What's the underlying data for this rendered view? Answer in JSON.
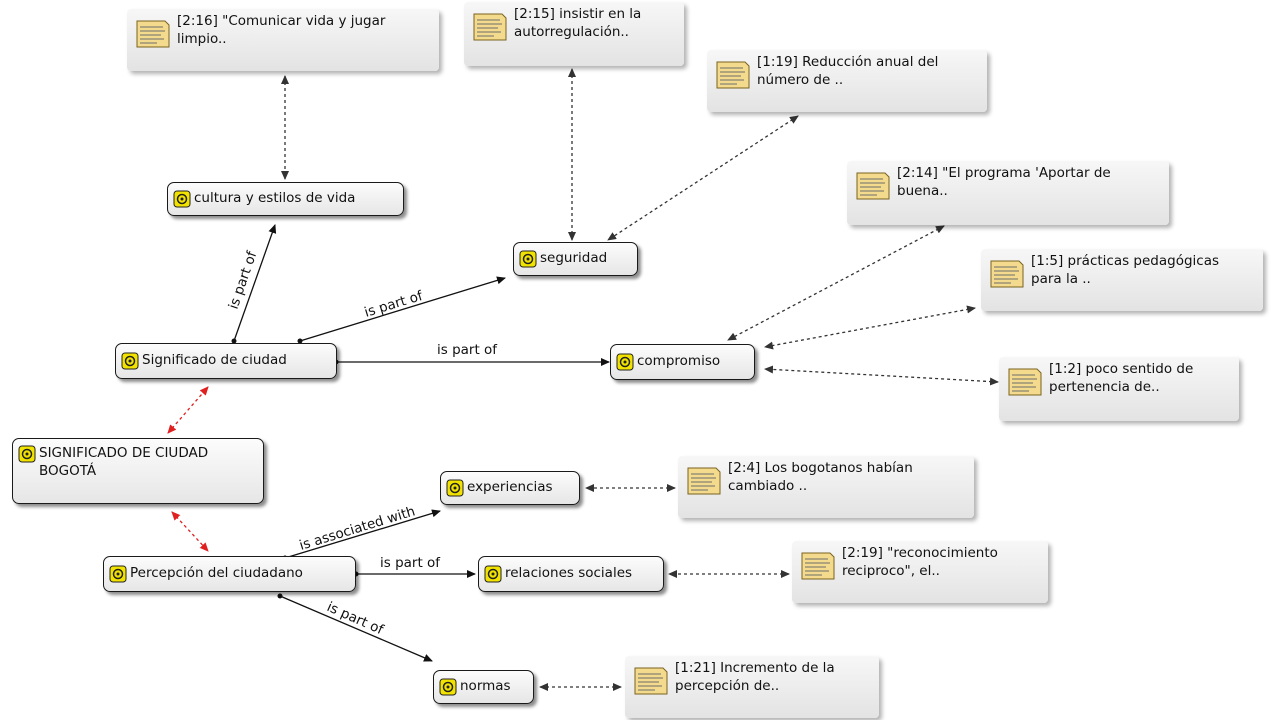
{
  "nodes": {
    "root": {
      "text": "SIGNIFICADO DE CIUDAD BOGOTÁ"
    },
    "significado": {
      "text": "Significado de ciudad"
    },
    "percepcion": {
      "text": "Percepción del ciudadano"
    },
    "cultura": {
      "text": "cultura y estilos de vida"
    },
    "seguridad": {
      "text": "seguridad"
    },
    "compromiso": {
      "text": "compromiso"
    },
    "experiencias": {
      "text": "experiencias"
    },
    "relaciones": {
      "text": "relaciones sociales"
    },
    "normas": {
      "text": "normas"
    }
  },
  "quotes": {
    "q216": {
      "text": "[2:16] \"Comunicar vida y jugar limpio.."
    },
    "q215": {
      "text": "[2:15] insistir en la autorregulación.."
    },
    "q119": {
      "text": "[1:19] Reducción anual del número de .."
    },
    "q214": {
      "text": "[2:14] \"El programa 'Aportar de buena.."
    },
    "q15": {
      "text": "[1:5] prácticas pedagógicas para la .."
    },
    "q12": {
      "text": "[1:2] poco sentido de pertenencia de.."
    },
    "q24": {
      "text": "[2:4] Los bogotanos habían cambiado .."
    },
    "q219": {
      "text": "[2:19] \"reconocimiento reciproco\", el.."
    },
    "q121": {
      "text": "[1:21] Incremento de la percepción de.."
    }
  },
  "relations": {
    "is_part_of": "is part of",
    "is_associated_with": "is associated with"
  },
  "colors": {
    "relation_line": "#111111",
    "quote_link": "#333333",
    "root_link": "#e02020",
    "icon_yellow": "#f2e200"
  }
}
